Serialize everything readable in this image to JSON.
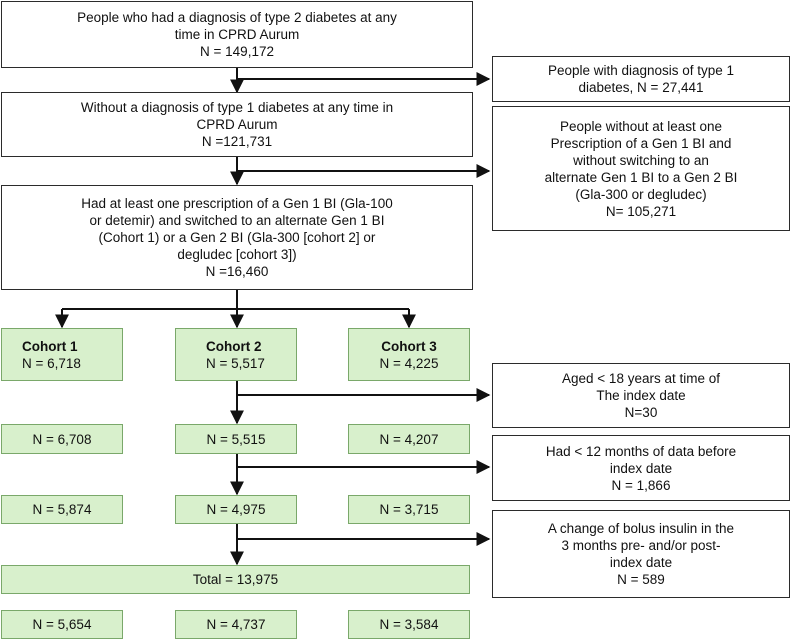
{
  "boxes": {
    "all_t2d": {
      "lines": [
        "People who had a diagnosis of type 2 diabetes at any",
        "time in CPRD Aurum",
        "N = 149,172"
      ]
    },
    "t1d_excluded": {
      "lines": [
        "People with  diagnosis of type 1",
        "diabetes, N = 27,441"
      ]
    },
    "no_t1d": {
      "lines": [
        "Without a diagnosis of type 1 diabetes at any time in",
        "CPRD Aurum",
        "N =121,731"
      ]
    },
    "no_switch_excluded": {
      "lines": [
        "People without at least one",
        "Prescription of a Gen 1 BI and",
        "without switching to an",
        "alternate Gen 1 BI to a Gen 2 BI",
        "(Gla-300 or degludec)",
        "N= 105,271"
      ]
    },
    "switchers": {
      "lines": [
        "Had at least one prescription of a Gen 1 BI (Gla-100",
        "or detemir) and switched to an alternate Gen 1 BI",
        "(Cohort 1) or a Gen 2 BI (Gla-300 [cohort 2] or",
        "degludec [cohort 3])",
        "N =16,460"
      ]
    },
    "cohort1": {
      "title": "Cohort 1",
      "n": "N = 6,718"
    },
    "cohort2": {
      "title": "Cohort 2",
      "n": "N = 5,517"
    },
    "cohort3": {
      "title": "Cohort 3",
      "n": "N = 4,225"
    },
    "age_excluded": {
      "lines": [
        "Aged < 18 years at time of",
        "The index date",
        "N=30"
      ]
    },
    "row2": {
      "c1": "N = 6,708",
      "c2": "N = 5,515",
      "c3": "N = 4,207"
    },
    "data_excluded": {
      "lines": [
        "Had < 12 months of data before",
        "index date",
        "N = 1,866"
      ]
    },
    "row3": {
      "c1": "N = 5,874",
      "c2": "N = 4,975",
      "c3": "N = 3,715"
    },
    "bolus_excluded": {
      "lines": [
        "A change of bolus insulin in the",
        "3 months pre- and/or post-",
        "index date",
        "N = 589"
      ]
    },
    "total": {
      "label": "Total = 13,975"
    },
    "row4": {
      "c1": "N = 5,654",
      "c2": "N = 4,737",
      "c3": "N = 3,584"
    }
  },
  "colors": {
    "green_fill": "#d8f0cc",
    "green_border": "#7aa86a",
    "line": "#111111"
  }
}
